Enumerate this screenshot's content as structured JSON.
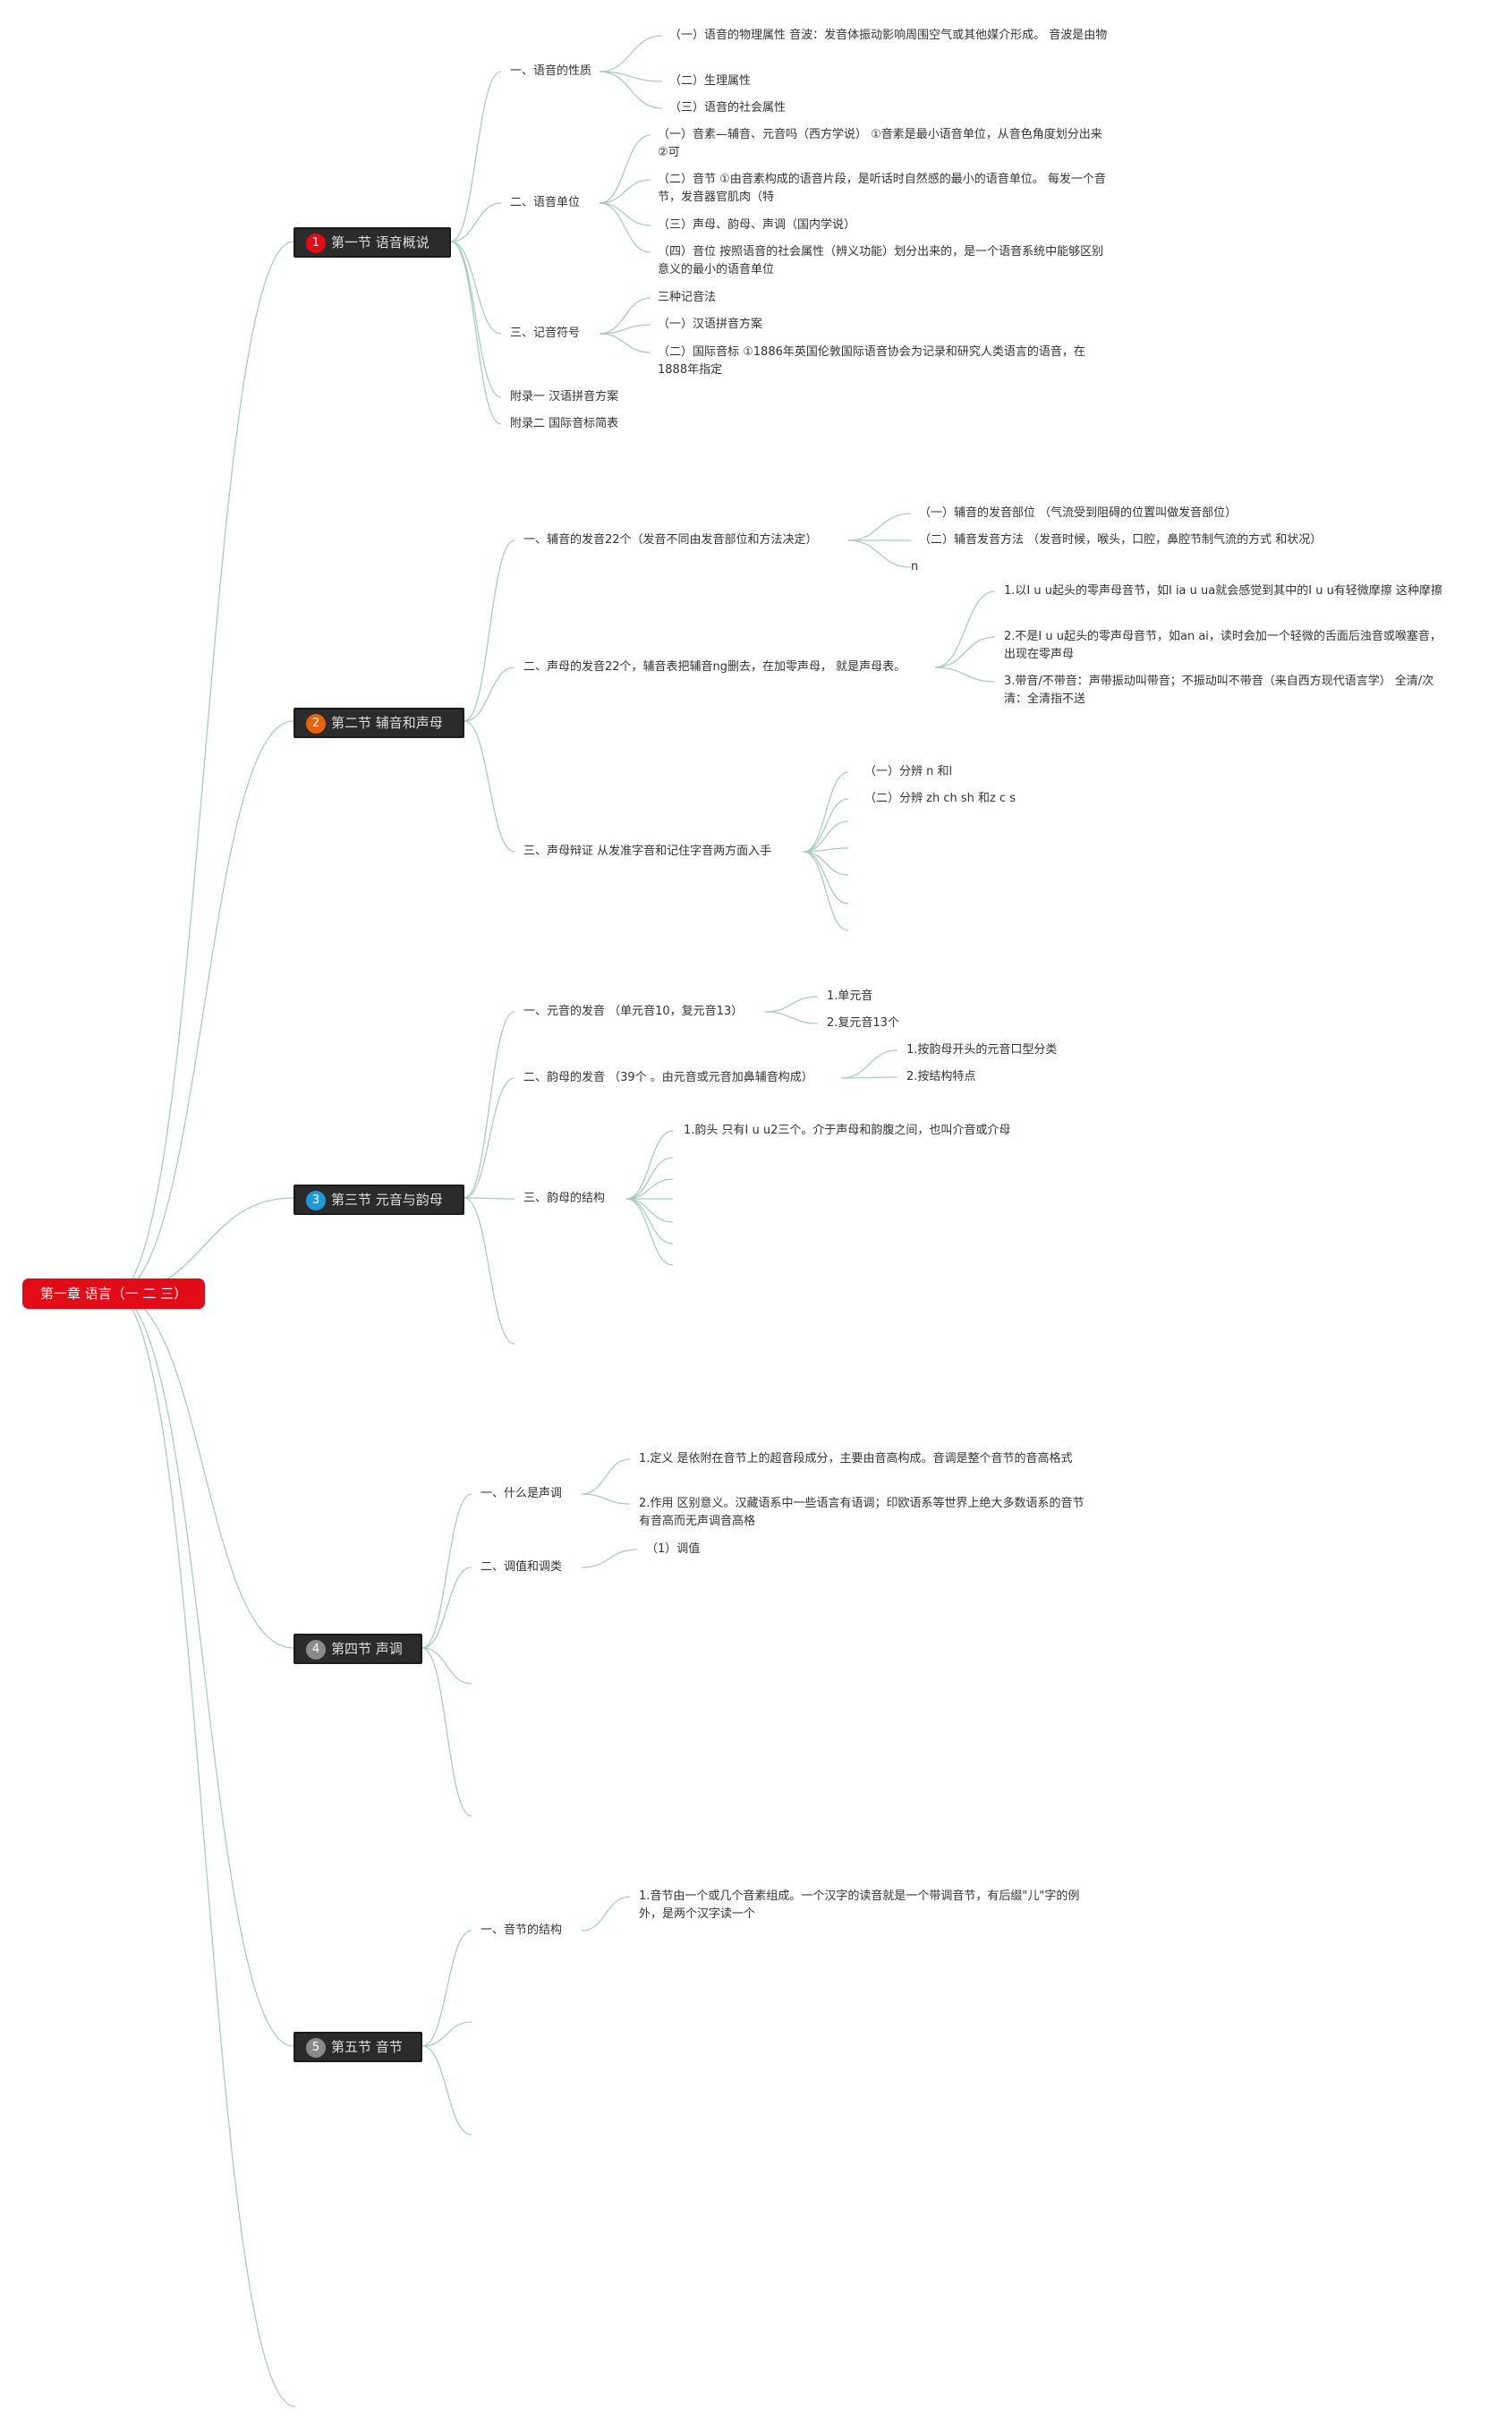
{
  "root": {
    "label": "第一章 语言（一 二 三）",
    "color": "#e20c18"
  },
  "sections": [
    {
      "num": "1",
      "badge_color": "#e20c18",
      "label": "第一节 语音概说",
      "children": [
        {
          "label": "一、语音的性质",
          "children": [
            "（一）语音的物理属性 音波：发音体振动影响周围空气或其他媒介形成。 音波是由物",
            "（二）生理属性",
            "（三）语音的社会属性"
          ]
        },
        {
          "label": "二、语音单位",
          "children": [
            "（一）音素—辅音、元音吗（西方学说） ①音素是最小语音单位，从音色角度划分出来 ②可",
            "（二）音节 ①由音素构成的语音片段，是听话时自然感的最小的语音单位。 每发一个音节，发音器官肌肉（特",
            "（三）声母、韵母、声调（国内学说）",
            "（四）音位 按照语音的社会属性（辨义功能）划分出来的，是一个语音系统中能够区别意义的最小的语音单位"
          ]
        },
        {
          "label": "三、记音符号",
          "children": [
            "三种记音法",
            "（一）汉语拼音方案",
            "（二）国际音标 ①1886年英国伦敦国际语音协会为记录和研究人类语言的语音，在1888年指定"
          ]
        },
        {
          "label": "附录一 汉语拼音方案",
          "children": []
        },
        {
          "label": "附录二 国际音标简表",
          "children": []
        }
      ]
    },
    {
      "num": "2",
      "badge_color": "#e8620b",
      "label": "第二节 辅音和声母",
      "children": [
        {
          "label": "一、辅音的发音22个（发音不同由发音部位和方法决定）",
          "children": [
            "（一）辅音的发音部位 （气流受到阻碍的位置叫做发音部位）",
            "（二）辅音发音方法 （发音时候，喉头，口腔，鼻腔节制气流的方式 和状况）",
            "n"
          ]
        },
        {
          "label": "二、声母的发音22个，辅音表把辅音ng删去，在加零声母， 就是声母表。",
          "children": [
            "1.以I u u起头的零声母音节，如I ia u ua就会感觉到其中的I u u有轻微摩擦 这种摩擦",
            "2.不是I u u起头的零声母音节，如an ai，读时会加一个轻微的舌面后浊音或喉塞音，出现在零声母",
            "3.带音/不带音：声带振动叫带音；不振动叫不带音（来自西方现代语言学） 全清/次清：全清指不送"
          ]
        },
        {
          "label": "三、声母辩证 从发准字音和记住字音两方面入手",
          "children": [
            "（一）分辨 n 和l",
            "（二）分辨 zh ch sh 和z c s",
            "",
            "",
            "",
            ""
          ]
        }
      ]
    },
    {
      "num": "3",
      "badge_color": "#1f9ad6",
      "label": "第三节 元音与韵母",
      "children": [
        {
          "label": "一、元音的发音 （单元音10，复元音13）",
          "children": [
            "1.单元音",
            "2.复元音13个"
          ]
        },
        {
          "label": "二、韵母的发音 （39个 。由元音或元音加鼻辅音构成）",
          "children": [
            "1.按韵母开头的元音口型分类",
            "2.按结构特点"
          ]
        },
        {
          "label": "三、韵母的结构",
          "children": [
            "1.韵头 只有I u u2三个。介于声母和韵腹之间，也叫介音或介母",
            "",
            "",
            "",
            "",
            ""
          ]
        },
        {
          "label": "",
          "children": []
        }
      ]
    },
    {
      "num": "4",
      "badge_color": "#8a8a8a",
      "label": "第四节 声调",
      "children": [
        {
          "label": "一、什么是声调",
          "children": [
            "1.定义 是依附在音节上的超音段成分，主要由音高构成。音调是整个音节的音高格式",
            "2.作用 区别意义。汉藏语系中一些语言有语调；印欧语系等世界上绝大多数语系的音节有音高而无声调音高格"
          ]
        },
        {
          "label": "二、调值和调类",
          "children": [
            "（1）调值"
          ]
        },
        {
          "label": "",
          "children": []
        },
        {
          "label": "",
          "children": []
        }
      ]
    },
    {
      "num": "5",
      "badge_color": "#8a8a8a",
      "label": "第五节 音节",
      "children": [
        {
          "label": "一、音节的结构",
          "children": [
            "1.音节由一个或几个音素组成。一个汉字的读音就是一个带调音节，有后缀\"儿\"字的例外，是两个汉字读一个"
          ]
        },
        {
          "label": "",
          "children": []
        },
        {
          "label": "",
          "children": []
        }
      ]
    }
  ]
}
